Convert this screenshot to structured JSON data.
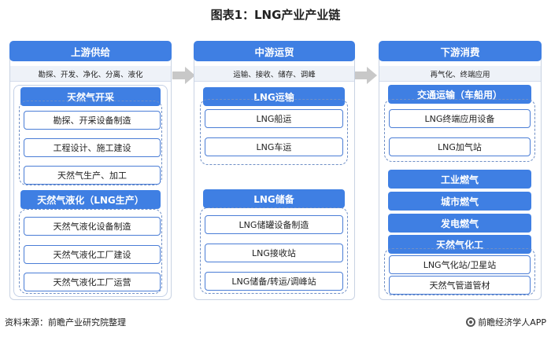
{
  "title": "图表1：LNG产业产业链",
  "columns": [
    {
      "header": "上游供给",
      "sub": "勘探、开发、净化、分离、液化",
      "groups": [
        {
          "label": "天然气开采",
          "items": [
            "勘探、开采设备制造",
            "工程设计、施工建设",
            "天然气生产、加工"
          ]
        },
        {
          "label": "天然气液化（LNG生产）",
          "items": [
            "天然气液化设备制造",
            "天然气液化工厂建设",
            "天然气液化工厂运营"
          ]
        }
      ]
    },
    {
      "header": "中游运贸",
      "sub": "运输、接收、储存、调峰",
      "groups": [
        {
          "label": "LNG运输",
          "items": [
            "LNG船运",
            "LNG车运"
          ]
        },
        {
          "label": "LNG储备",
          "items": [
            "LNG储罐设备制造",
            "LNG接收站",
            "LNG储备/转运/调峰站"
          ]
        }
      ]
    },
    {
      "header": "下游消费",
      "sub": "再气化、终端应用",
      "groups": [
        {
          "label": "交通运输（车船用）",
          "items": [
            "LNG终端应用设备",
            "LNG加气站"
          ]
        },
        {
          "label": "工业燃气",
          "items": []
        },
        {
          "label": "城市燃气",
          "items": []
        },
        {
          "label": "发电燃气",
          "items": []
        },
        {
          "label": "天然气化工",
          "items": [
            "LNG气化站/卫星站",
            "天然气管道管材"
          ]
        }
      ]
    }
  ],
  "footer": {
    "source": "资料来源：前瞻产业研究院整理",
    "brand": "前瞻经济学人APP"
  },
  "colors": {
    "accent": "#3f7fe3",
    "border": "#4a7dd6"
  }
}
